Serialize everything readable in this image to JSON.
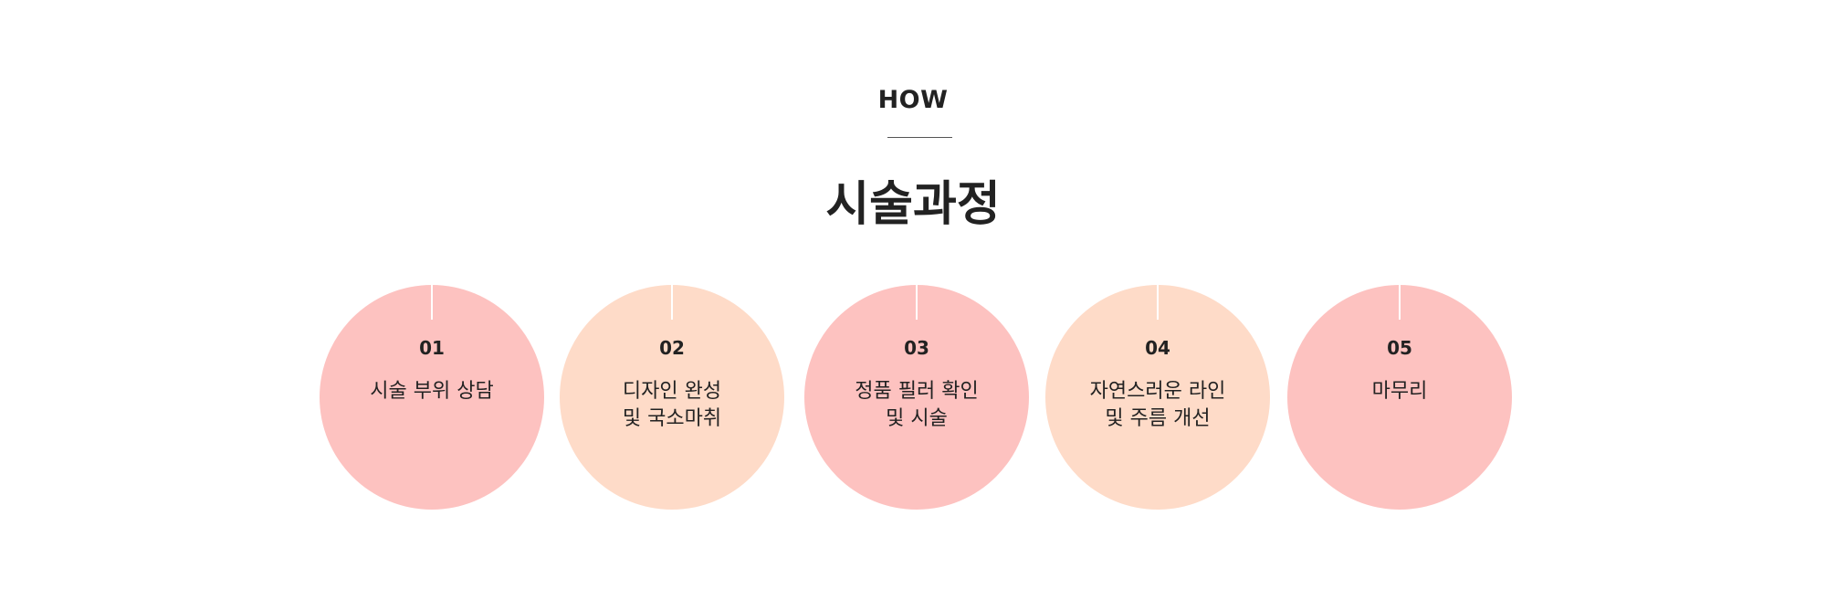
{
  "header": {
    "eyebrow": "HOW",
    "title": "시술과정"
  },
  "colors": {
    "pink": "#fdc2c0",
    "peach": "#fedbc8",
    "text": "#222222"
  },
  "steps": [
    {
      "number": "01",
      "lines": [
        "시술 부위 상담"
      ]
    },
    {
      "number": "02",
      "lines": [
        "디자인 완성",
        "및 국소마취"
      ]
    },
    {
      "number": "03",
      "lines": [
        "정품 필러 확인",
        "및 시술"
      ]
    },
    {
      "number": "04",
      "lines": [
        "자연스러운 라인",
        "및 주름 개선"
      ]
    },
    {
      "number": "05",
      "lines": [
        "마무리"
      ]
    }
  ]
}
